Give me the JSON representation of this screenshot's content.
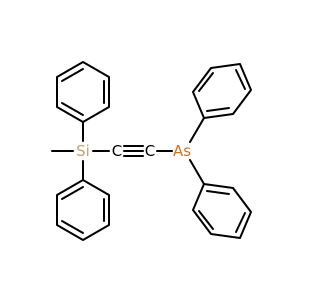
{
  "molecule": {
    "atoms": {
      "silicon": {
        "label": "Si",
        "color": "#c8a070"
      },
      "arsenic": {
        "label": "As",
        "color": "#d07020"
      },
      "carbon_left": {
        "label": "C",
        "color": "#000000"
      },
      "carbon_right": {
        "label": "C",
        "color": "#000000"
      }
    },
    "colors": {
      "bond": "#000000",
      "background": "#ffffff"
    }
  }
}
